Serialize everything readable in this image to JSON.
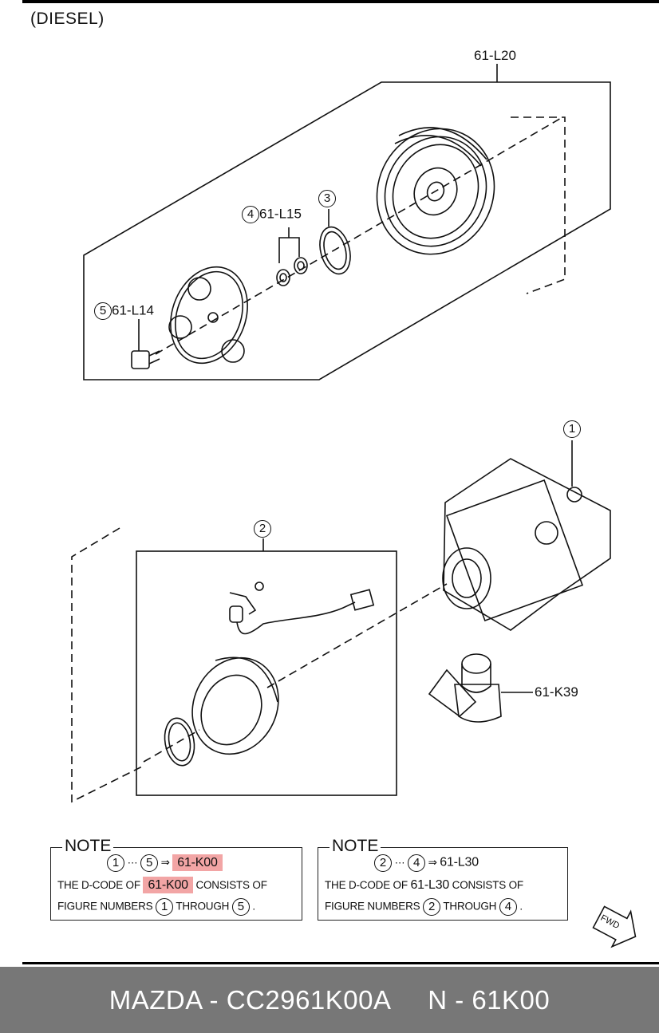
{
  "section_label": "(DIESEL)",
  "callouts": {
    "pulley_part": "61-L20",
    "shim_part": "61-L15",
    "shim_num": "4",
    "snap_ring_num": "3",
    "bolt_part": "61-L14",
    "bolt_num": "5",
    "compressor_num": "1",
    "coil_num": "2",
    "switch_part": "61-K39"
  },
  "notes": [
    {
      "title": "NOTE",
      "range_from": "1",
      "range_to": "5",
      "arrow": "⇒",
      "code": "61-K00",
      "line2_pre": "THE D-CODE OF",
      "line2_code": "61-K00",
      "line2_post": "CONSISTS OF",
      "line3_pre": "FIGURE NUMBERS",
      "line3_from": "1",
      "line3_mid": "THROUGH",
      "line3_to": "5",
      "line3_end": ".",
      "highlighted": true
    },
    {
      "title": "NOTE",
      "range_from": "2",
      "range_to": "4",
      "arrow": "⇒",
      "code": "61-L30",
      "line2_pre": "THE D-CODE OF",
      "line2_code": "61-L30",
      "line2_post": "CONSISTS OF",
      "line3_pre": "FIGURE NUMBERS",
      "line3_from": "2",
      "line3_mid": "THROUGH",
      "line3_to": "4",
      "line3_end": ".",
      "highlighted": false
    }
  ],
  "fwd_label": "FWD",
  "footer": {
    "brand_part": "MAZDA - CC2961K00A",
    "code": "N - 61K00"
  },
  "colors": {
    "highlight": "#f2a5a5",
    "footer_bg": "#777777",
    "footer_text": "#ffffff"
  }
}
